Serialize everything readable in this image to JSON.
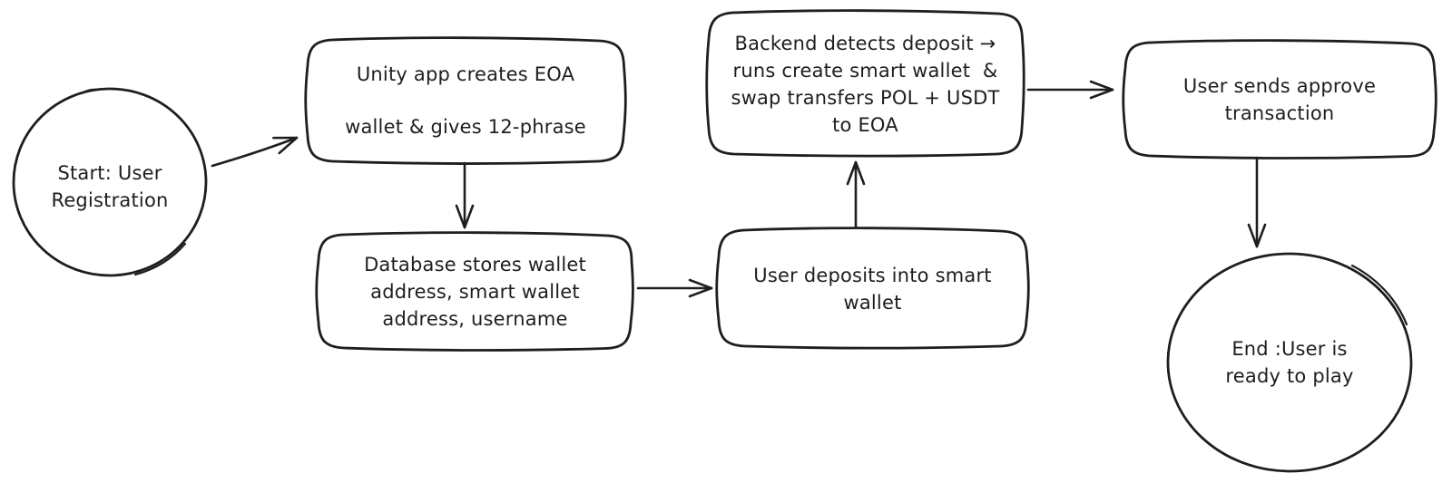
{
  "diagram": {
    "type": "flowchart",
    "background": "#ffffff",
    "stroke_color": "#1e1e1e",
    "nodes": {
      "start": {
        "shape": "circle",
        "lines": [
          "Start: User",
          "Registration"
        ]
      },
      "unity": {
        "shape": "rounded-rect",
        "lines": [
          "Unity app creates EOA",
          "wallet & gives 12-phrase"
        ]
      },
      "database": {
        "shape": "rounded-rect",
        "lines": [
          "Database stores wallet",
          "address, smart wallet",
          "address, username"
        ]
      },
      "deposit": {
        "shape": "rounded-rect",
        "lines": [
          "User deposits into smart",
          "wallet"
        ]
      },
      "backend": {
        "shape": "rounded-rect",
        "lines": [
          "Backend detects deposit →",
          "runs create smart wallet  &",
          "swap transfers POL + USDT",
          "to EOA"
        ]
      },
      "approve": {
        "shape": "rounded-rect",
        "lines": [
          "User sends approve",
          "transaction"
        ]
      },
      "end": {
        "shape": "circle",
        "lines": [
          "End :User is",
          "ready to play"
        ]
      }
    },
    "edges": [
      {
        "from": "start",
        "to": "unity",
        "direction": "right"
      },
      {
        "from": "unity",
        "to": "database",
        "direction": "down"
      },
      {
        "from": "database",
        "to": "deposit",
        "direction": "right"
      },
      {
        "from": "deposit",
        "to": "backend",
        "direction": "up"
      },
      {
        "from": "backend",
        "to": "approve",
        "direction": "right"
      },
      {
        "from": "approve",
        "to": "end",
        "direction": "down"
      }
    ]
  }
}
